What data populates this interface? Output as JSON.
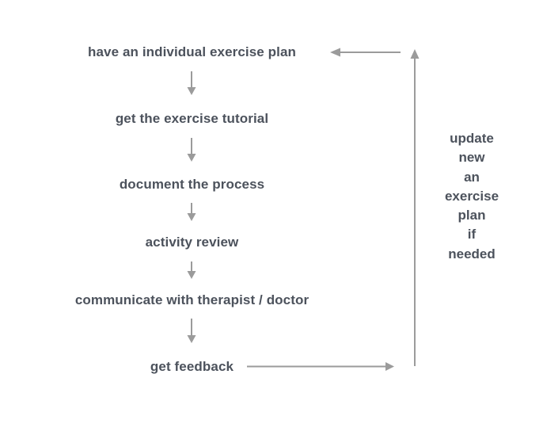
{
  "diagram": {
    "title": "have an individual exercise plan process loop",
    "type": "flowchart",
    "background_color": "#ffffff",
    "text_color": "#4c525c",
    "connector_color": "#9b9b9b",
    "steps": [
      {
        "id": "step-have-plan",
        "label": "have an individual exercise plan"
      },
      {
        "id": "step-tutorial",
        "label": "get the exercise tutorial"
      },
      {
        "id": "step-document",
        "label": "document the process"
      },
      {
        "id": "step-activity",
        "label": "activity review"
      },
      {
        "id": "step-communicate",
        "label": "communicate with therapist / doctor"
      },
      {
        "id": "step-feedback",
        "label": "get feedback"
      }
    ],
    "loop_caption": {
      "full_text": "update new an exercise plan if needed",
      "lines": [
        "update",
        "new",
        "an",
        "exercise",
        "plan",
        "if",
        "needed"
      ]
    },
    "connectors": {
      "down_arrow_count": 5,
      "feedback_arrow_label": "get feedback to update loop",
      "return_arrow_label": "update loop back to have an individual exercise plan"
    }
  }
}
